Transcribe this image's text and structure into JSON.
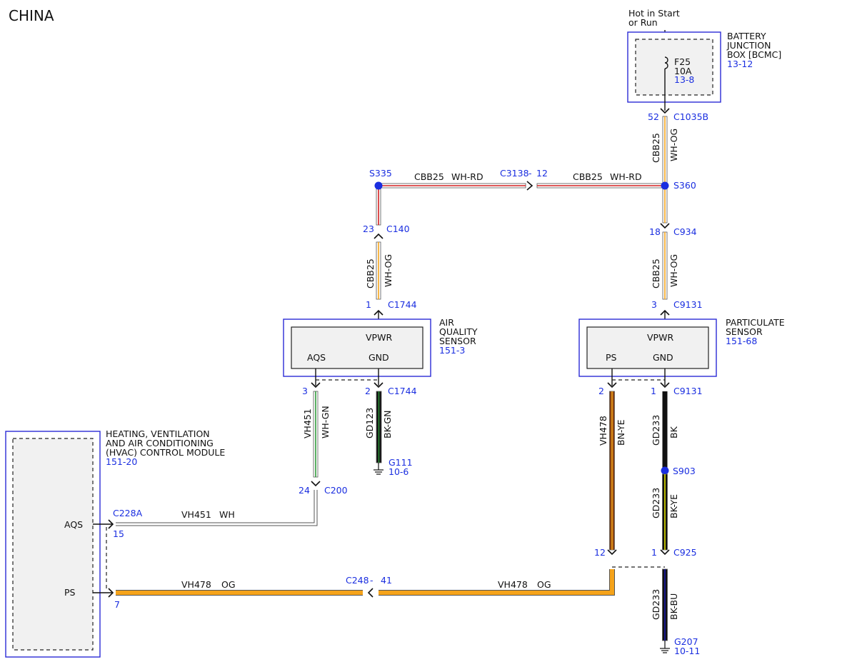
{
  "region": "CHINA",
  "supply": {
    "line1": "Hot in Start",
    "line2": "or Run"
  },
  "bjb": {
    "name_lines": [
      "BATTERY",
      "JUNCTION",
      "BOX [BCMC]"
    ],
    "ref": "13-12",
    "fuse": {
      "name": "F25",
      "rating": "10A",
      "ref": "13-8"
    }
  },
  "connectors": {
    "c1035b": {
      "pin": "52",
      "name": "C1035B"
    },
    "c140": {
      "pin": "23",
      "name": "C140"
    },
    "c1744_top": {
      "pin": "1",
      "name": "C1744"
    },
    "c934": {
      "pin": "18",
      "name": "C934"
    },
    "c9131_top": {
      "pin": "3",
      "name": "C9131"
    },
    "c1744_bot_aqs": {
      "pin": "3"
    },
    "c1744_bot_gnd": {
      "pin": "2",
      "name": "C1744"
    },
    "c9131_bot_ps": {
      "pin": "2"
    },
    "c9131_bot_gnd": {
      "pin": "1",
      "name": "C9131"
    },
    "c200": {
      "pin": "24",
      "name": "C200"
    },
    "c228a": {
      "name": "C228A",
      "pin_aqs": "15",
      "pin_ps": "7"
    },
    "c248": {
      "name": "C248",
      "sep": "-",
      "pin": "41"
    },
    "c3138": {
      "name": "C3138",
      "sep": "-",
      "pin": "12"
    },
    "c925": {
      "pin_ps": "12",
      "pin_gnd": "1",
      "name": "C925"
    }
  },
  "splices": {
    "s335": "S335",
    "s360": "S360",
    "s903": "S903"
  },
  "wires": {
    "w_bjb_s360": {
      "circuit": "CBB25",
      "color": "WH-OG"
    },
    "w_s335_c3138": {
      "circuit": "CBB25",
      "color": "WH-RD"
    },
    "w_c3138_s360": {
      "circuit": "CBB25",
      "color": "WH-RD"
    },
    "w_c140_aqs": {
      "circuit": "CBB25",
      "color": "WH-OG"
    },
    "w_c934_ps": {
      "circuit": "CBB25",
      "color": "WH-OG"
    },
    "w_aqs_sig": {
      "circuit": "VH451",
      "color": "WH-GN"
    },
    "w_aqs_gnd": {
      "circuit": "GD123",
      "color": "BK-GN"
    },
    "w_ps_sig": {
      "circuit": "VH478",
      "color": "BN-YE"
    },
    "w_ps_gnd": {
      "circuit": "GD233",
      "color": "BK"
    },
    "w_s903_c925": {
      "circuit": "GD233",
      "color": "BK-YE"
    },
    "w_c925_g207": {
      "circuit": "GD233",
      "color": "BK-BU"
    },
    "w_c200_hvac": {
      "circuit": "VH451",
      "color": "WH"
    },
    "w_c248_hvac": {
      "circuit": "VH478",
      "color": "OG"
    },
    "w_c925_c248": {
      "circuit": "VH478",
      "color": "OG"
    }
  },
  "grounds": {
    "g111": {
      "name": "G111",
      "ref": "10-6"
    },
    "g207": {
      "name": "G207",
      "ref": "10-11"
    }
  },
  "aqs_sensor": {
    "name_lines": [
      "AIR",
      "QUALITY",
      "SENSOR"
    ],
    "ref": "151-3",
    "pin_vpwr": "VPWR",
    "pin_aqs": "AQS",
    "pin_gnd": "GND"
  },
  "particulate_sensor": {
    "name_lines": [
      "PARTICULATE",
      "SENSOR"
    ],
    "ref": "151-68",
    "pin_vpwr": "VPWR",
    "pin_ps": "PS",
    "pin_gnd": "GND"
  },
  "hvac": {
    "name_lines": [
      "HEATING, VENTILATION",
      "AND AIR CONDITIONING",
      "(HVAC) CONTROL MODULE"
    ],
    "ref": "151-20",
    "pin_aqs": "AQS",
    "pin_ps": "PS"
  },
  "colors": {
    "WH": "#ffffff",
    "OG": "#f5a31a",
    "RD": "#d42020",
    "GN": "#2f9a3a",
    "BK": "#111111",
    "BN": "#8b4513",
    "YE": "#e6e600",
    "BU": "#1a1a9a",
    "outline": "#555555",
    "label_blue": "#1a2ee0",
    "box_blue": "#2b2bd6"
  }
}
